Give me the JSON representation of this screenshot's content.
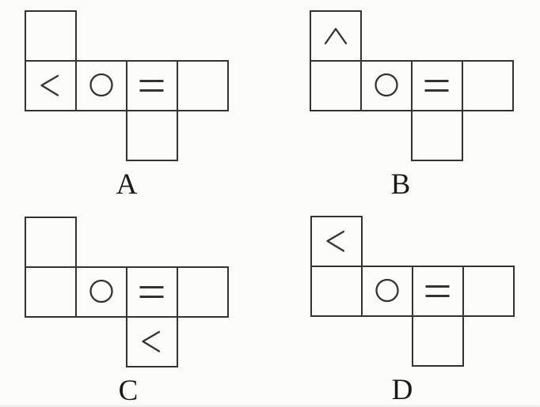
{
  "page": {
    "background": "#fcfcfa",
    "line_color": "#333330",
    "label_color": "#1a1a1a"
  },
  "figures": [
    {
      "label": "A",
      "cells": [
        {
          "col": 0,
          "row": 0,
          "symbol": "none"
        },
        {
          "col": 0,
          "row": 1,
          "symbol": "less-than"
        },
        {
          "col": 1,
          "row": 1,
          "symbol": "circle"
        },
        {
          "col": 2,
          "row": 1,
          "symbol": "equals"
        },
        {
          "col": 3,
          "row": 1,
          "symbol": "none"
        },
        {
          "col": 2,
          "row": 2,
          "symbol": "none"
        }
      ]
    },
    {
      "label": "B",
      "cells": [
        {
          "col": 0,
          "row": 0,
          "symbol": "caret-up"
        },
        {
          "col": 0,
          "row": 1,
          "symbol": "none"
        },
        {
          "col": 1,
          "row": 1,
          "symbol": "circle"
        },
        {
          "col": 2,
          "row": 1,
          "symbol": "equals"
        },
        {
          "col": 3,
          "row": 1,
          "symbol": "none"
        },
        {
          "col": 2,
          "row": 2,
          "symbol": "none"
        }
      ]
    },
    {
      "label": "C",
      "cells": [
        {
          "col": 0,
          "row": 0,
          "symbol": "none"
        },
        {
          "col": 0,
          "row": 1,
          "symbol": "none"
        },
        {
          "col": 1,
          "row": 1,
          "symbol": "circle"
        },
        {
          "col": 2,
          "row": 1,
          "symbol": "equals"
        },
        {
          "col": 3,
          "row": 1,
          "symbol": "none"
        },
        {
          "col": 2,
          "row": 2,
          "symbol": "less-than"
        }
      ]
    },
    {
      "label": "D",
      "cells": [
        {
          "col": 0,
          "row": 0,
          "symbol": "less-than"
        },
        {
          "col": 0,
          "row": 1,
          "symbol": "none"
        },
        {
          "col": 1,
          "row": 1,
          "symbol": "circle"
        },
        {
          "col": 2,
          "row": 1,
          "symbol": "equals"
        },
        {
          "col": 3,
          "row": 1,
          "symbol": "none"
        },
        {
          "col": 2,
          "row": 2,
          "symbol": "none"
        }
      ]
    }
  ]
}
